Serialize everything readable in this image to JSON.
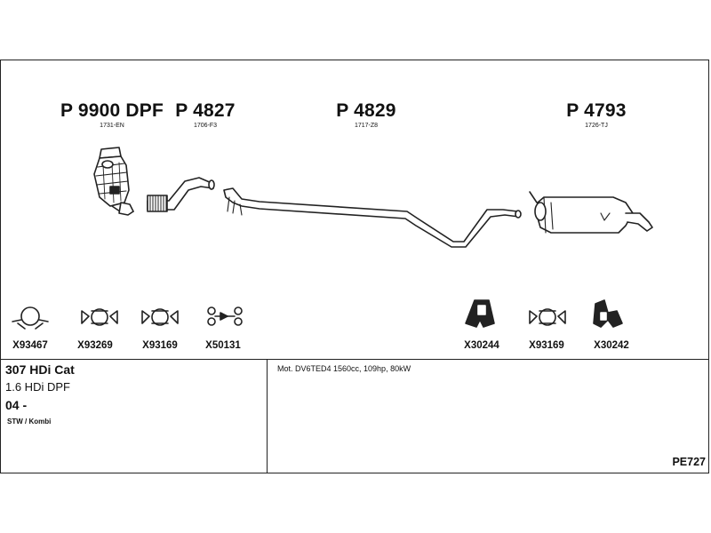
{
  "parts": [
    {
      "number": "P 9900 DPF",
      "ref": "1731-EN"
    },
    {
      "number": "P 4827",
      "ref": "1706-F3"
    },
    {
      "number": "P 4829",
      "ref": "1717-Z8"
    },
    {
      "number": "P 4793",
      "ref": "1726-TJ"
    }
  ],
  "fittings": [
    "X93467",
    "X93269",
    "X93169",
    "X50131",
    "X30244",
    "X93169",
    "X30242"
  ],
  "vehicle": {
    "model": "307 HDi Cat",
    "engine": "1.6 HDi DPF",
    "year": "04 -",
    "body": "STW / Kombi"
  },
  "motor_spec": "Mot. DV6TED4 1560cc, 109hp, 80kW",
  "diagram_code": "PE727"
}
